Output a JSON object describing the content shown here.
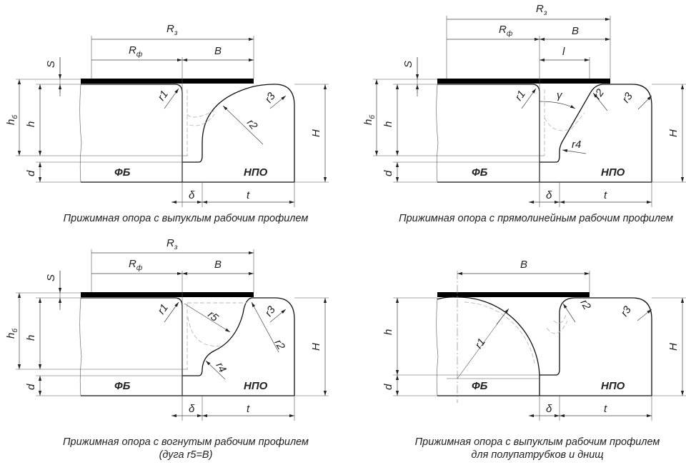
{
  "labels": {
    "Rz": {
      "main": "R",
      "sub": "з"
    },
    "Rf": {
      "main": "R",
      "sub": "ф"
    },
    "hb": {
      "main": "h",
      "sub": "б"
    },
    "B": "B",
    "l": "l",
    "S": "S",
    "h": "h",
    "d": "d",
    "H": "H",
    "delta": "δ",
    "t": "t",
    "r1": "r1",
    "r2": "r2",
    "r3": "r3",
    "r4": "r4",
    "r5": "r5",
    "gamma": "γ",
    "fb": "ФБ",
    "npo": "НПО"
  },
  "captions": {
    "convex": "Прижимная опора с выпуклым рабочим профилем",
    "straight": "Прижимная опора с прямолинейным рабочим профилем",
    "concave_1": "Прижимная опора с вогнутым рабочим профилем",
    "concave_2": "(дуга r5=B)",
    "halfpipe_1": "Прижимная опора с выпуклым рабочим профилем",
    "halfpipe_2": "для полупатрубков и днищ"
  }
}
